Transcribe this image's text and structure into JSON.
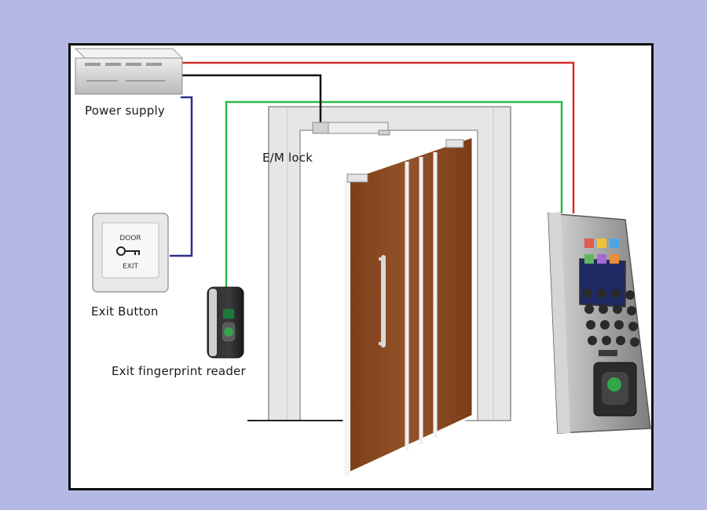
{
  "labels": {
    "power_supply": "Power supply",
    "em_lock": "E/M lock",
    "exit_button": "Exit Button",
    "exit_reader": "Exit fingerprint reader"
  },
  "exit_button_face": {
    "top": "DOOR",
    "bottom": "EXIT"
  },
  "wires": {
    "red": "#d42b2b",
    "green": "#2fb84a",
    "black": "#111111",
    "blue": "#2b2f8a"
  },
  "colors": {
    "background": "#b4b8e2",
    "door": "#8a4a22",
    "frame": "#e6e6e6"
  }
}
